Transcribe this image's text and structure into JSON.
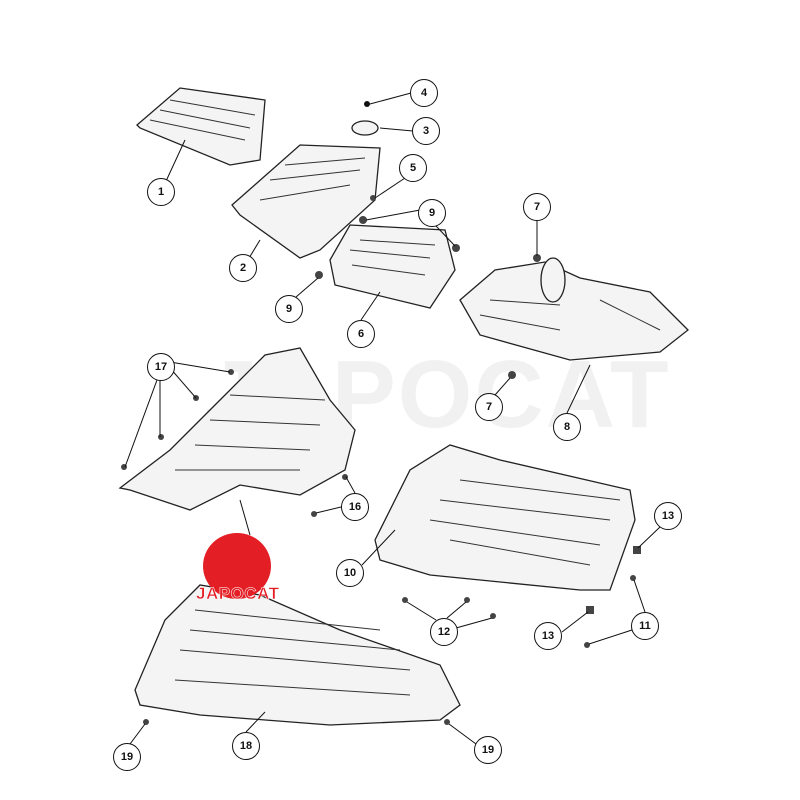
{
  "diagram": {
    "watermark": "JAPOCAT",
    "logo_text": "JAPOCAT",
    "callouts": [
      "1",
      "2",
      "3",
      "4",
      "5",
      "9",
      "9",
      "6",
      "7",
      "8",
      "7",
      "17",
      "16",
      "10",
      "13",
      "11",
      "12",
      "13",
      "18",
      "19",
      "19"
    ],
    "colors": {
      "logo": "#e31e24",
      "line": "#111111"
    }
  }
}
